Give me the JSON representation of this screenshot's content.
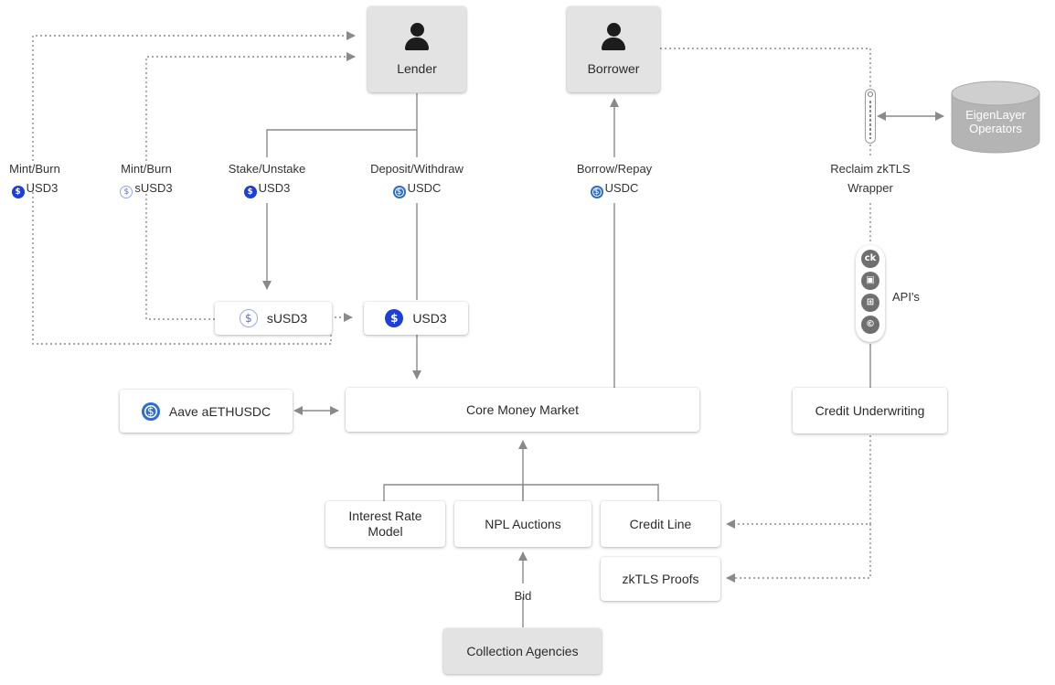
{
  "nodes": {
    "lender": "Lender",
    "borrower": "Borrower",
    "susd3": "sUSD3",
    "usd3": "USD3",
    "aave": "Aave aETHUSDC",
    "core": "Core Money Market",
    "credit_underwriting": "Credit Underwriting",
    "interest_rate_model_line1": "Interest Rate",
    "interest_rate_model_line2": "Model",
    "npl_auctions": "NPL Auctions",
    "credit_line": "Credit Line",
    "zktls_proofs": "zkTLS Proofs",
    "collection_agencies": "Collection Agencies",
    "eigenlayer_line1": "EigenLayer",
    "eigenlayer_line2": "Operators"
  },
  "labels": {
    "mint_burn_usd3": {
      "title": "Mint/Burn",
      "token": "USD3"
    },
    "mint_burn_susd3": {
      "title": "Mint/Burn",
      "token": "sUSD3"
    },
    "stake_unstake": {
      "title": "Stake/Unstake",
      "token": "USD3"
    },
    "deposit_withdraw": {
      "title": "Deposit/Withdraw",
      "token": "USDC"
    },
    "borrow_repay": {
      "title": "Borrow/Repay",
      "token": "USDC"
    },
    "reclaim_line1": "Reclaim zkTLS",
    "reclaim_line2": "Wrapper",
    "apis": "API's",
    "bid": "Bid"
  },
  "icons": {
    "token_glyph": "$",
    "api_icons": [
      "ck",
      "▣",
      "⊞",
      "©"
    ]
  },
  "colors": {
    "usd3": "#1d3fd6",
    "susd3_ring": "#9aa6e6",
    "usdc": "#2f6fcb",
    "actor_box": "#e3e3e3",
    "db_fill": "#b4b4b4",
    "line": "#8a8a8a"
  }
}
